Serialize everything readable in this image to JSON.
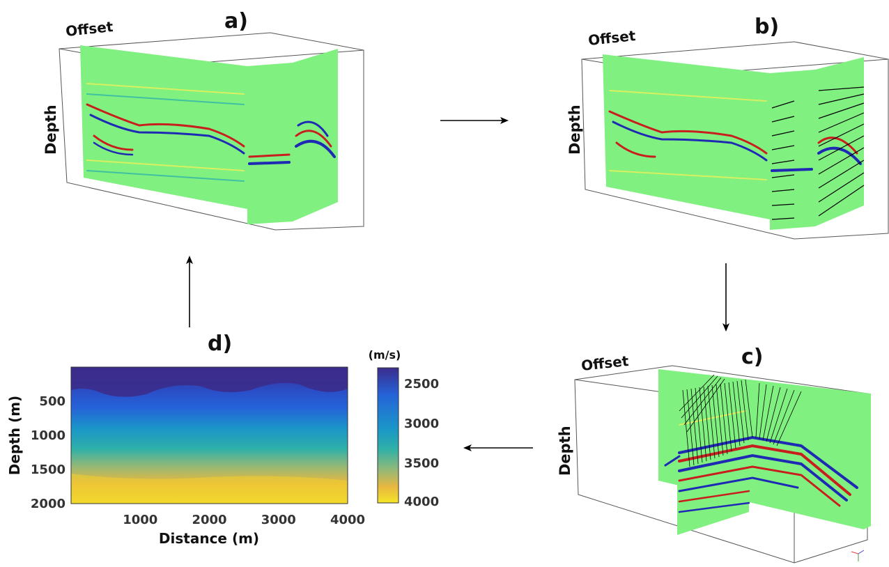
{
  "panels": {
    "a": {
      "label": "a)",
      "offset": "Offset",
      "depth": "Depth"
    },
    "b": {
      "label": "b)",
      "offset": "Offset",
      "depth": "Depth"
    },
    "c": {
      "label": "c)",
      "offset": "Offset",
      "depth": "Depth"
    },
    "d": {
      "label": "d)"
    }
  },
  "colors": {
    "panel_bg": "#80f080",
    "positive": "#c81e1e",
    "negative": "#1e2ab4",
    "arrow": "#000000"
  },
  "chart_data": {
    "type": "heatmap",
    "title": "d)",
    "xlabel": "Distance (m)",
    "ylabel": "Depth (m)",
    "xlim": [
      0,
      4000
    ],
    "ylim": [
      2000,
      0
    ],
    "x_ticks": [
      1000,
      2000,
      3000,
      4000
    ],
    "y_ticks": [
      500,
      1000,
      1500,
      2000
    ],
    "colorbar": {
      "label": "(m/s)",
      "ticks": [
        2500,
        3000,
        3500,
        4000
      ],
      "range": [
        2300,
        4000
      ],
      "colormap": [
        "#3b2c8c",
        "#2563d8",
        "#1a96c8",
        "#2fb0a8",
        "#90b878",
        "#e8b840",
        "#f5e428"
      ]
    },
    "value_description": "velocity increases with depth from about 2300 m/s at the surface to 4000 m/s at 2000 m"
  }
}
